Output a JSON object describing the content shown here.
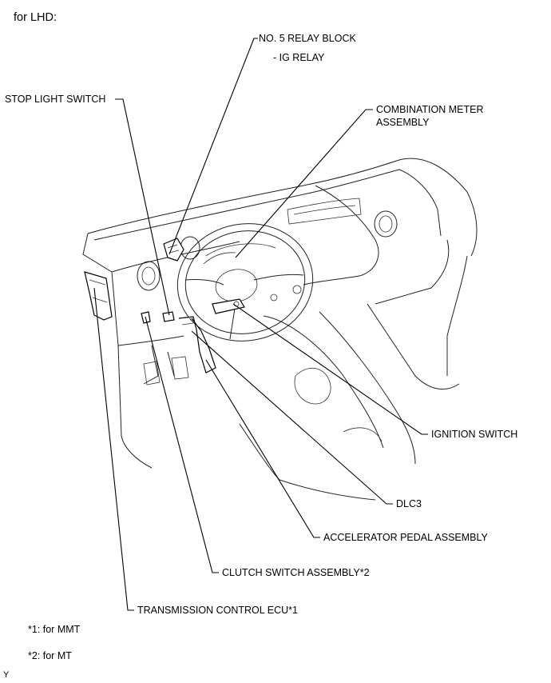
{
  "heading": "for LHD:",
  "labels": {
    "relay_block": "NO. 5 RELAY BLOCK",
    "ig_relay": "- IG RELAY",
    "stop_light": "STOP LIGHT SWITCH",
    "combination_meter_1": "COMBINATION METER",
    "combination_meter_2": "ASSEMBLY",
    "ignition": "IGNITION SWITCH",
    "dlc3": "DLC3",
    "accelerator": "ACCELERATOR PEDAL ASSEMBLY",
    "clutch": "CLUTCH SWITCH ASSEMBLY*2",
    "tcu": "TRANSMISSION CONTROL ECU*1"
  },
  "notes": {
    "note1": "*1: for MMT",
    "note2": "*2: for MT"
  },
  "corner_mark": "Y"
}
